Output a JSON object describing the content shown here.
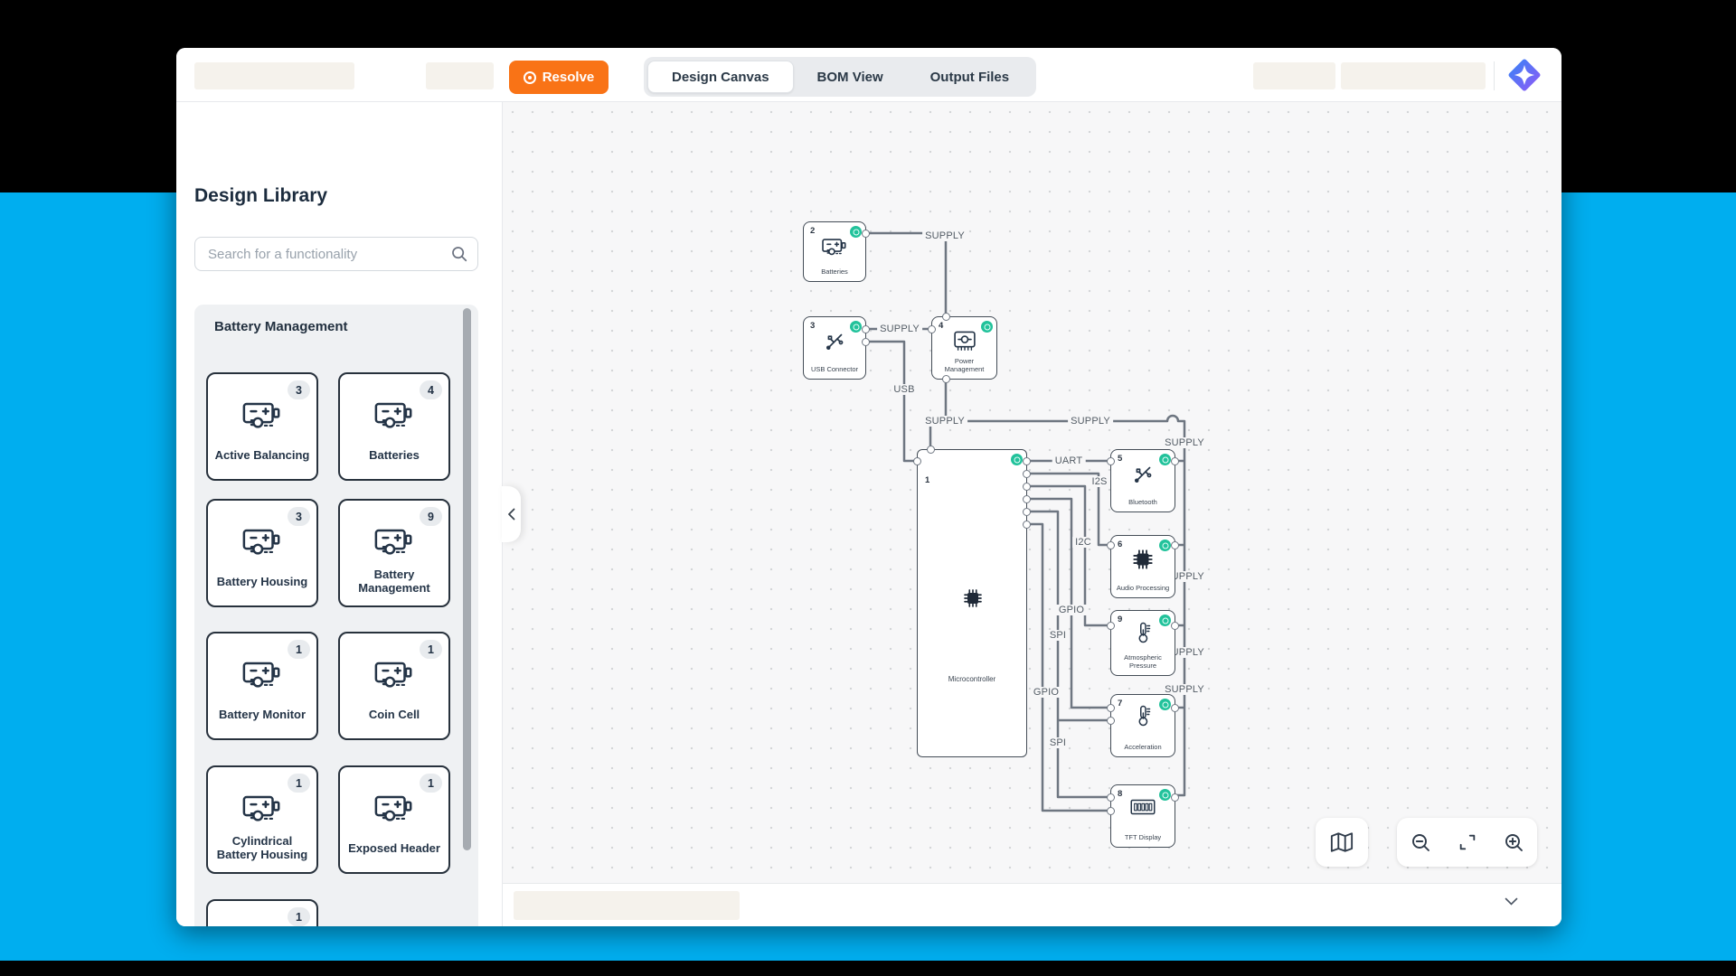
{
  "window": {
    "header": {
      "resolve_label": "Resolve",
      "tabs": [
        {
          "label": "Design Canvas",
          "active": true
        },
        {
          "label": "BOM View",
          "active": false
        },
        {
          "label": "Output Files",
          "active": false
        }
      ]
    },
    "sidebar": {
      "title": "Design Library",
      "search_placeholder": "Search for a functionality",
      "section_title": "Battery Management",
      "components": [
        {
          "name": "Active Balancing",
          "count": "3"
        },
        {
          "name": "Batteries",
          "count": "4"
        },
        {
          "name": "Battery Housing",
          "count": "3"
        },
        {
          "name": "Battery Management",
          "count": "9"
        },
        {
          "name": "Battery Monitor",
          "count": "1"
        },
        {
          "name": "Coin Cell",
          "count": "1"
        },
        {
          "name": "Cylindrical Battery Housing",
          "count": "1"
        },
        {
          "name": "Exposed Header",
          "count": "1"
        },
        {
          "name": "",
          "count": "1"
        }
      ]
    },
    "canvas": {
      "blocks": [
        {
          "number": "1",
          "label": "Microcontroller"
        },
        {
          "number": "2",
          "label": "Batteries"
        },
        {
          "number": "3",
          "label": "USB Connector"
        },
        {
          "number": "4",
          "label": "Power Management"
        },
        {
          "number": "5",
          "label": "Bluetooth"
        },
        {
          "number": "6",
          "label": "Audio Processing"
        },
        {
          "number": "9",
          "label": "Atmospheric Pressure"
        },
        {
          "number": "7",
          "label": "Acceleration"
        },
        {
          "number": "8",
          "label": "TFT Display"
        }
      ],
      "wire_labels": [
        "SUPPLY",
        "SUPPLY",
        "USB",
        "SUPPLY",
        "SUPPLY",
        "UART",
        "I2S",
        "SUPPLY",
        "I2C",
        "SUPPLY",
        "GPIO",
        "SPI",
        "SUPPLY",
        "SUPPLY",
        "GPIO",
        "SPI"
      ]
    },
    "colors": {
      "accent_orange": "#f97316",
      "badge_green": "#22c29b",
      "frame_cyan": "#00aeef",
      "wire_gray": "#6e7681"
    }
  }
}
